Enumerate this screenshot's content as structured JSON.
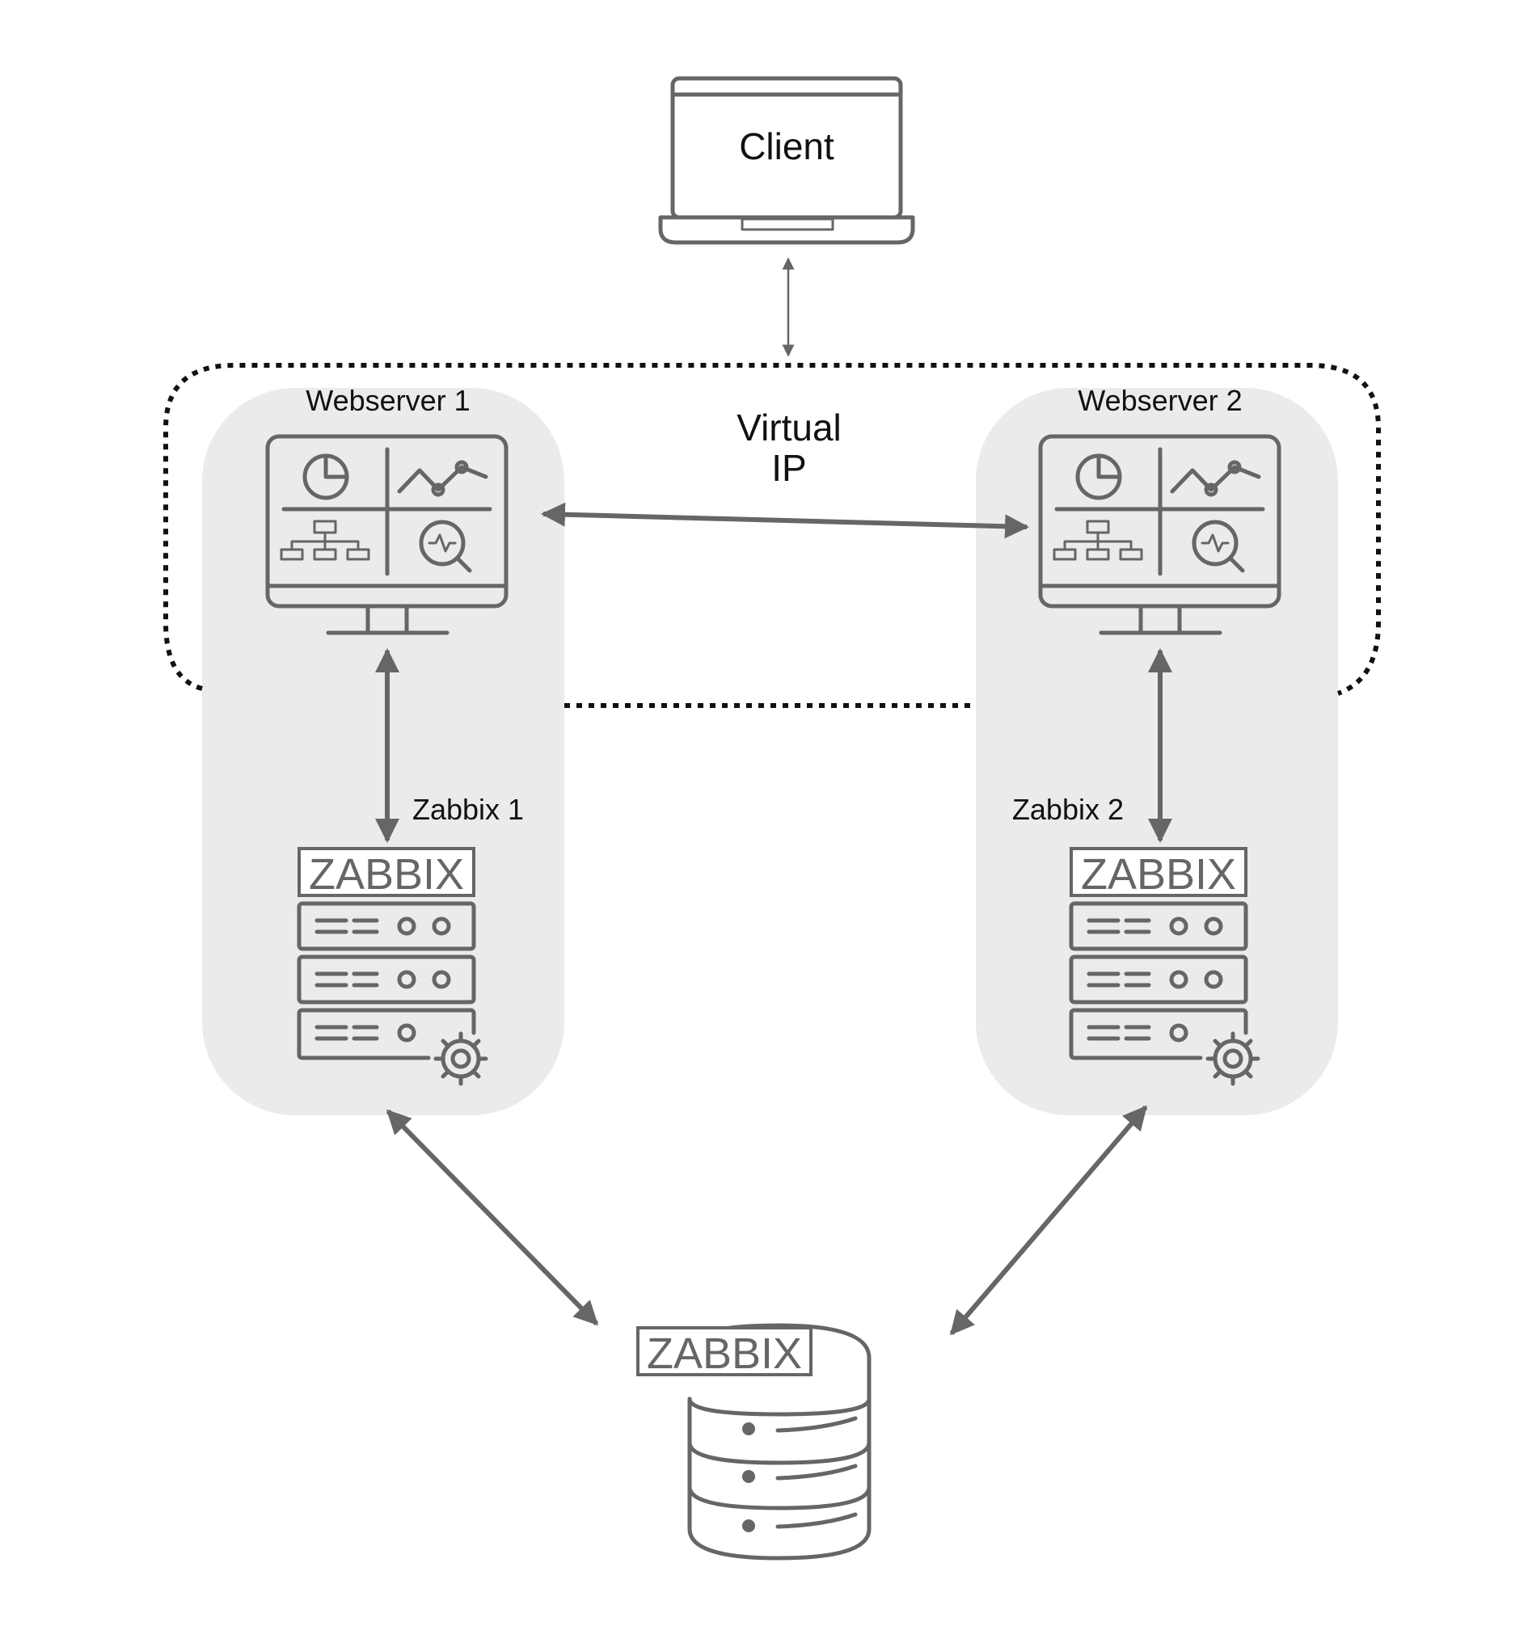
{
  "client": {
    "label": "Client"
  },
  "virtual_ip": {
    "line1": "Virtual",
    "line2": "IP"
  },
  "webserver1": {
    "label": "Webserver 1"
  },
  "webserver2": {
    "label": "Webserver 2"
  },
  "zabbix1": {
    "label": "Zabbix 1",
    "logo": "ZABBIX"
  },
  "zabbix2": {
    "label": "Zabbix 2",
    "logo": "ZABBIX"
  },
  "database": {
    "logo": "ZABBIX"
  },
  "colors": {
    "icon": "#666666",
    "panel": "#ebebeb",
    "text": "#111111"
  }
}
